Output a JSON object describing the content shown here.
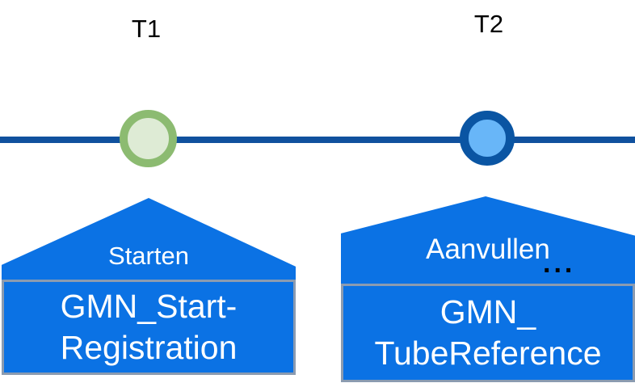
{
  "diagram": {
    "type": "timeline",
    "timepoints": [
      {
        "label": "T1",
        "circle_fill": "#deebd5",
        "circle_border": "#8cbb71"
      },
      {
        "label": "T2",
        "circle_fill": "#68b6f8",
        "circle_border": "#0a55a3"
      }
    ],
    "events": [
      {
        "arrow_label": "Starten",
        "box_lines": [
          "GMN_Start-",
          "Registration"
        ]
      },
      {
        "arrow_label": "Aanvullen",
        "ellipsis": "...",
        "box_lines": [
          "GMN_",
          "TubeReference"
        ]
      }
    ],
    "colors": {
      "shape_blue": "#0b72e4",
      "box_border_gray": "#8b9bb0",
      "timeline_blue": "#10519e",
      "label_text": "#000000",
      "shape_text": "#ffffff"
    }
  }
}
